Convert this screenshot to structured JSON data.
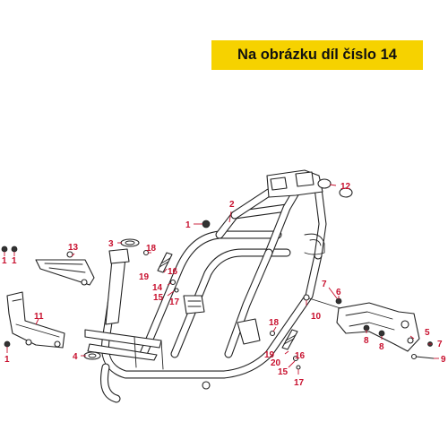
{
  "banner": {
    "text": "Na obrázku díl číslo 14",
    "color": "#f6d200"
  },
  "callout_color": "#c8102e",
  "callouts": {
    "c1_nut_center": "1",
    "c1_left_a": "1",
    "c1_left_b": "1",
    "c1_left_bottom": "1",
    "c2": "2",
    "c3": "3",
    "c4": "4",
    "c5": "5",
    "c6": "6",
    "c7_top": "7",
    "c7_right": "7",
    "c8_a": "8",
    "c8_b": "8",
    "c9": "9",
    "c10": "10",
    "c11": "11",
    "c12": "12",
    "c13": "13",
    "c14": "14",
    "c15_upper": "15",
    "c15_lower": "15",
    "c16_upper": "16",
    "c16_lower": "16",
    "c17_upper": "17",
    "c17_lower": "17",
    "c18_upper": "18",
    "c18_lower": "18",
    "c19_upper": "19",
    "c19_lower": "19",
    "c20": "20"
  }
}
